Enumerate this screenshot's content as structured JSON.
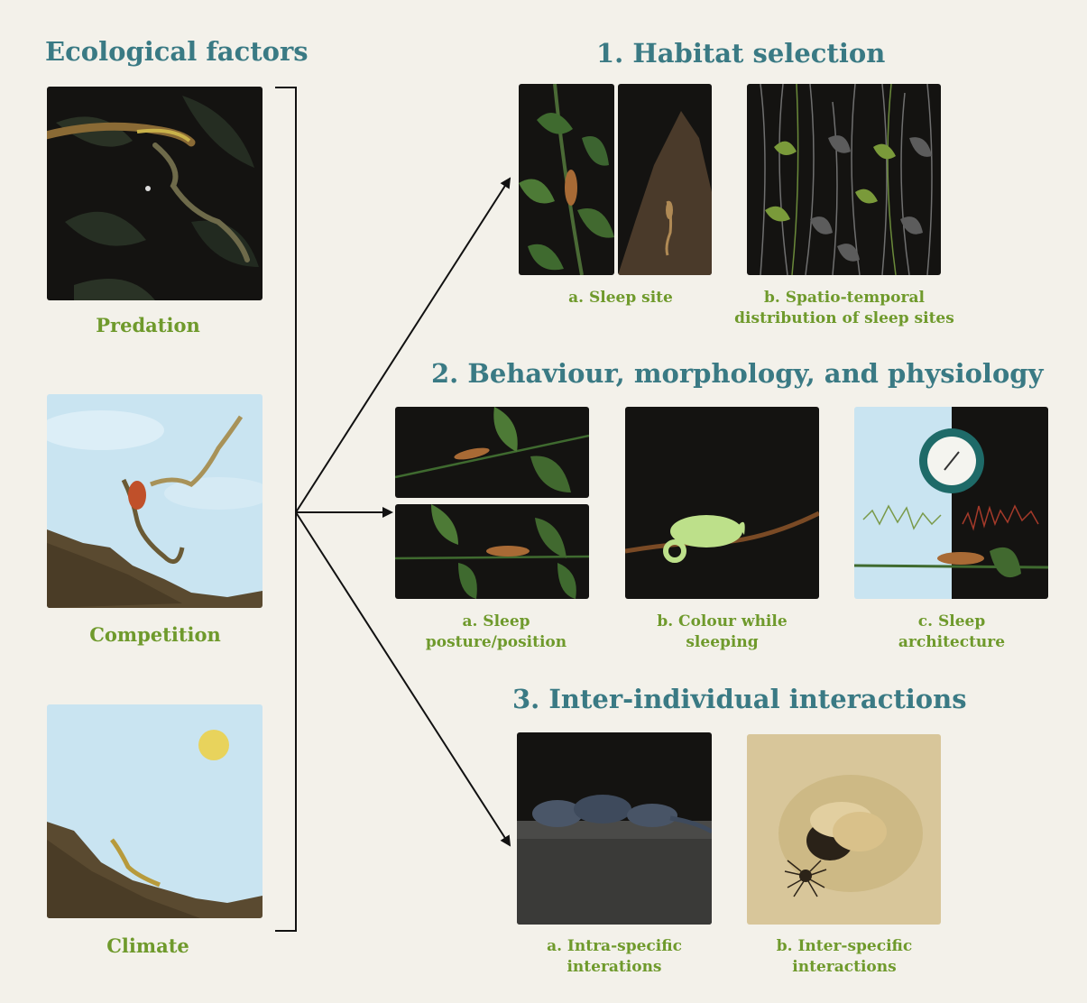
{
  "headings": {
    "ecological_factors": "Ecological factors",
    "habitat_selection": "1. Habitat selection",
    "behaviour": "2. Behaviour, morphology, and physiology",
    "interactions": "3. Inter-individual interactions"
  },
  "factors": {
    "predation": "Predation",
    "competition": "Competition",
    "climate": "Climate"
  },
  "habitat": {
    "sleep_site": "a. Sleep site",
    "spatio_line1": "b. Spatio-temporal",
    "spatio_line2": "distribution of sleep sites"
  },
  "behaviour": {
    "posture_line1": "a. Sleep",
    "posture_line2": "posture/position",
    "colour_line1": "b. Colour while",
    "colour_line2": "sleeping",
    "arch_line1": "c. Sleep",
    "arch_line2": "architecture"
  },
  "interactions": {
    "intra_line1": "a. Intra-specific",
    "intra_line2": "interations",
    "inter_line1": "b. Inter-specific",
    "inter_line2": "interactions"
  },
  "colors": {
    "heading": "#3a7a84",
    "caption": "#6f9a2c",
    "background": "#f3f1ea",
    "night": "#141311",
    "sky": "#c9e4f1",
    "soil": "#5a4a30"
  }
}
